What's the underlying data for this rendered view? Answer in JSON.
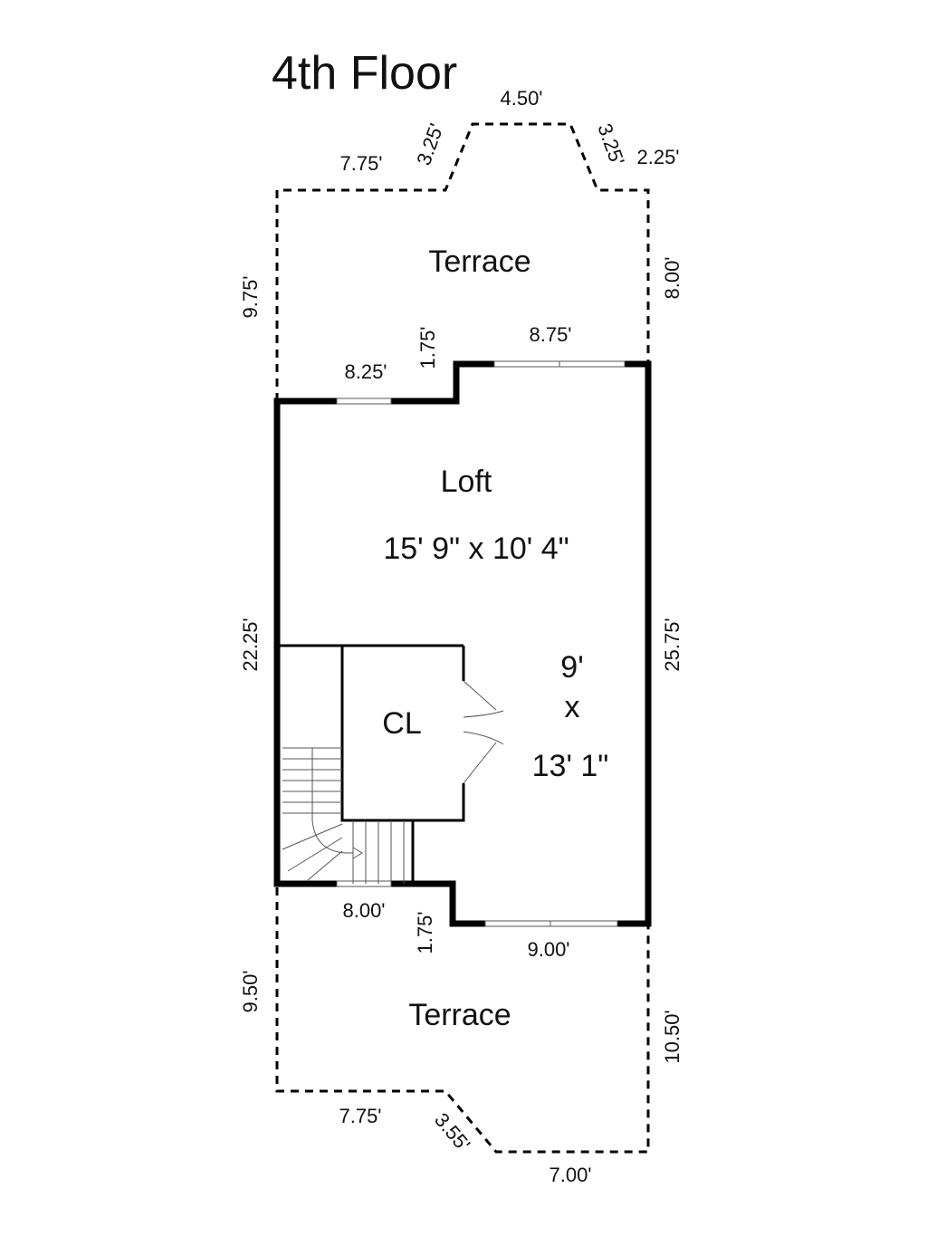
{
  "title": "4th Floor",
  "rooms": {
    "terrace_top": "Terrace",
    "loft": "Loft",
    "loft_size": "15' 9\" x 10' 4\"",
    "closet": "CL",
    "alcove_w": "9'",
    "alcove_x": "x",
    "alcove_h": "13' 1\"",
    "terrace_bottom": "Terrace"
  },
  "dimensions": {
    "top_bay_width": "4.50'",
    "top_bay_left_angle": "3.25'",
    "top_bay_right_angle": "3.25'",
    "top_left_run": "7.75'",
    "top_right_run": "2.25'",
    "terrace_top_left": "9.75'",
    "terrace_top_right": "8.00'",
    "loft_top_left": "8.25'",
    "loft_jog_top": "1.75'",
    "loft_top_right": "8.75'",
    "loft_left": "22.25'",
    "loft_right": "25.75'",
    "loft_bottom_left": "8.00'",
    "loft_jog_bottom": "1.75'",
    "loft_bottom_right": "9.00'",
    "terrace_bottom_left": "9.50'",
    "terrace_bottom_right": "10.50'",
    "bottom_left_run": "7.75'",
    "bottom_angle": "3.55'",
    "bottom_right_run": "7.00'"
  }
}
